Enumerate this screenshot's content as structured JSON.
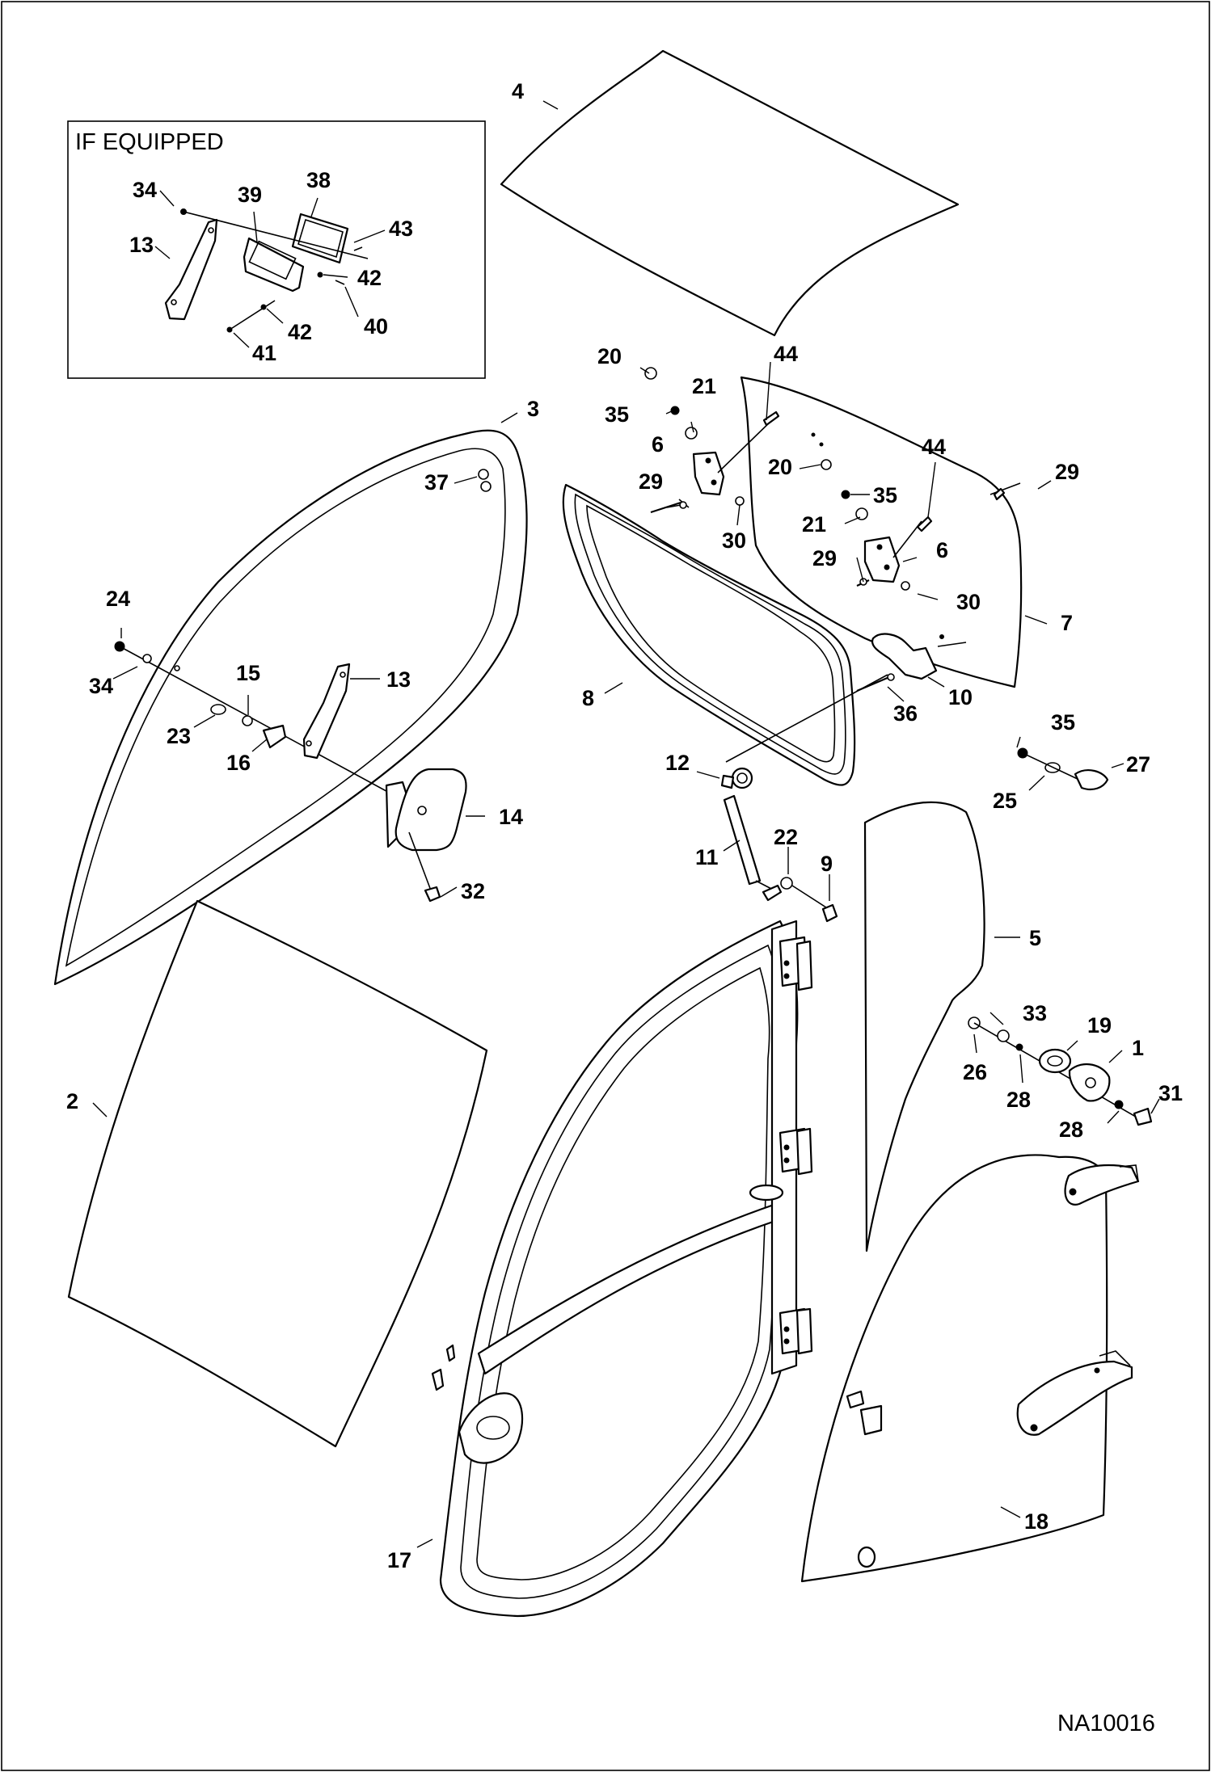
{
  "inset": {
    "label": "IF EQUIPPED"
  },
  "drawing_number": "NA10016",
  "callouts": {
    "c1": "1",
    "c2": "2",
    "c3": "3",
    "c4": "4",
    "c5": "5",
    "c6": "6",
    "c7": "7",
    "c8": "8",
    "c9": "9",
    "c10": "10",
    "c11": "11",
    "c12": "12",
    "c13": "13",
    "c14": "14",
    "c15": "15",
    "c16": "16",
    "c17": "17",
    "c18": "18",
    "c19": "19",
    "c20": "20",
    "c21": "21",
    "c22": "22",
    "c23": "23",
    "c24": "24",
    "c25": "25",
    "c26": "26",
    "c27": "27",
    "c28": "28",
    "c29": "29",
    "c30": "30",
    "c31": "31",
    "c32": "32",
    "c33": "33",
    "c34": "34",
    "c35": "35",
    "c36": "36",
    "c37": "37",
    "c38": "38",
    "c39": "39",
    "c40": "40",
    "c41": "41",
    "c42": "42",
    "c43": "43",
    "c44": "44"
  }
}
